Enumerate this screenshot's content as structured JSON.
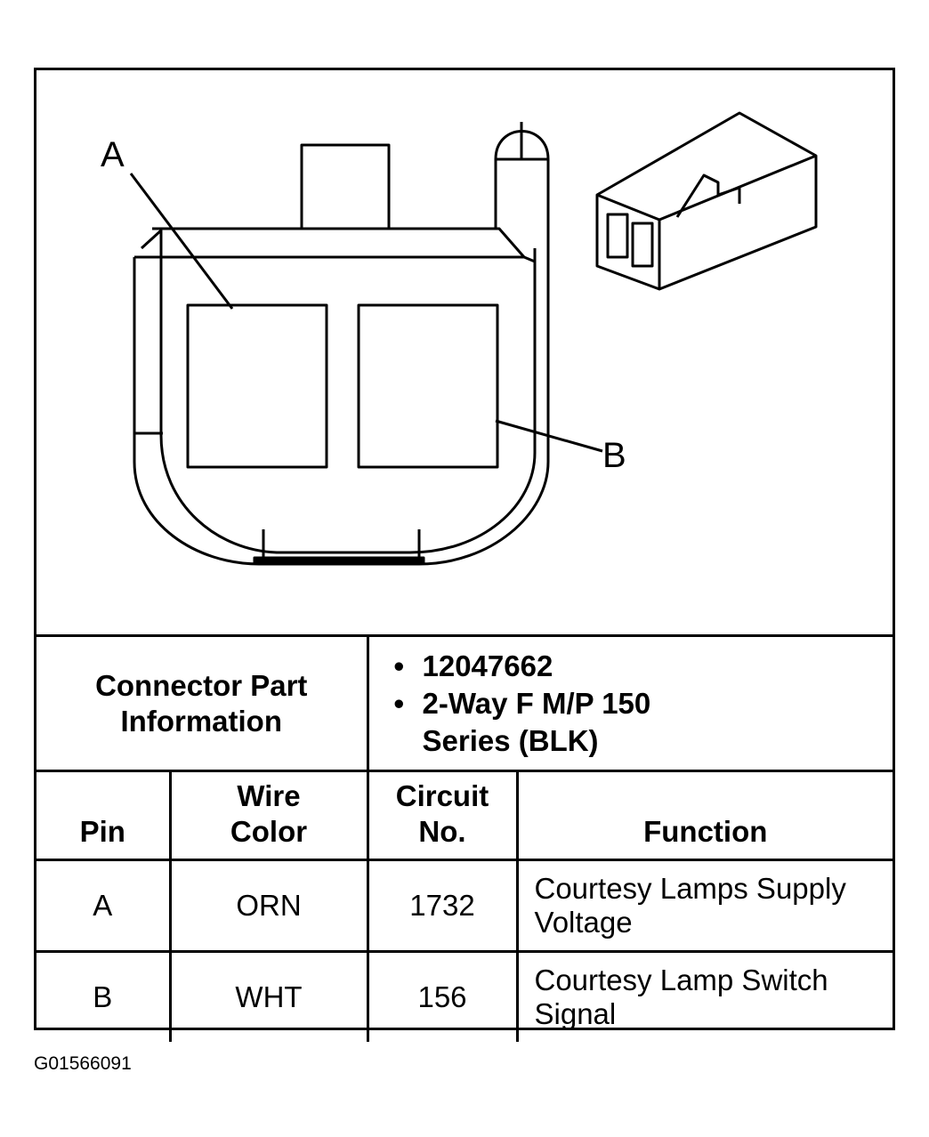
{
  "diagram": {
    "pin_labels": [
      "A",
      "B"
    ]
  },
  "connector_info": {
    "title": "Connector Part Information",
    "items": [
      "12047662",
      "2-Way F M/P 150 Series (BLK)"
    ]
  },
  "pin_table": {
    "headers": {
      "pin": "Pin",
      "wire_color": "Wire Color",
      "circuit_no": "Circuit No.",
      "function": "Function"
    },
    "rows": [
      {
        "pin": "A",
        "wire_color": "ORN",
        "circuit_no": "1732",
        "function": "Courtesy Lamps Supply Voltage"
      },
      {
        "pin": "B",
        "wire_color": "WHT",
        "circuit_no": "156",
        "function": "Courtesy Lamp Switch Signal"
      }
    ]
  },
  "figure_id": "G01566091"
}
